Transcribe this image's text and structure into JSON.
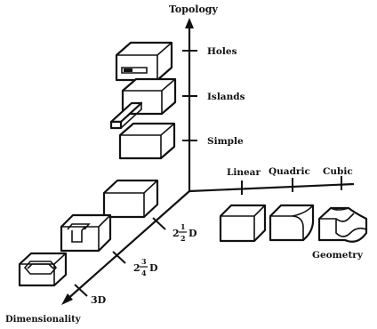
{
  "axes": {
    "topology_label": "Topology",
    "dimensionality_label": "Dimensionality",
    "geometry_label": "Geometry"
  },
  "topology_ticks": [
    "Holes",
    "Islands",
    "Simple"
  ],
  "geometry_ticks": [
    "Linear",
    "Quadric",
    "Cubic"
  ],
  "dimensionality_ticks": {
    "t1_prefix": "2",
    "t1_num": "1",
    "t1_den": "2",
    "t1_suffix": "D",
    "t2_prefix": "2",
    "t2_num": "3",
    "t2_den": "4",
    "t2_suffix": "D",
    "t3": "3D"
  }
}
